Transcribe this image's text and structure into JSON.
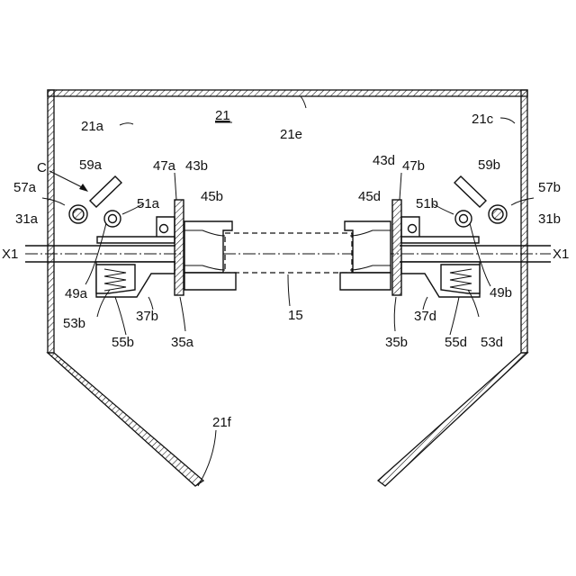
{
  "labels": {
    "l21": "21",
    "l21a": "21a",
    "l21e": "21e",
    "l21c": "21c",
    "lC": "C",
    "l59a": "59a",
    "l57a": "57a",
    "l47a": "47a",
    "l43b": "43b",
    "l51a": "51a",
    "l45b": "45b",
    "l31a": "31a",
    "lX1L": "X1",
    "l49a": "49a",
    "l53b": "53b",
    "l37b": "37b",
    "l55b": "55b",
    "l35a": "35a",
    "l15": "15",
    "l43d": "43d",
    "l47b": "47b",
    "l59b": "59b",
    "l57b": "57b",
    "l45d": "45d",
    "l51b": "51b",
    "l31b": "31b",
    "lX1R": "X1",
    "l49b": "49b",
    "l37d": "37d",
    "l35b": "35b",
    "l55d": "55d",
    "l53d": "53d",
    "l21f": "21f"
  }
}
